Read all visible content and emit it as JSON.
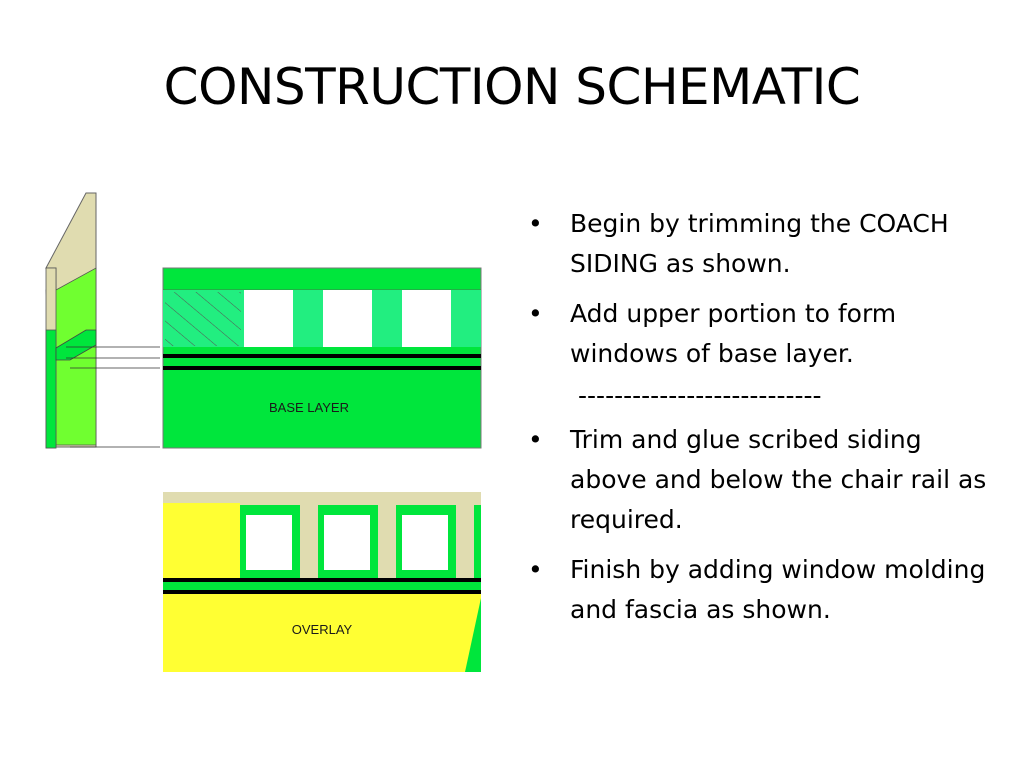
{
  "slide": {
    "title": "CONSTRUCTION SCHEMATIC"
  },
  "diagram": {
    "base_label": "BASE LAYER",
    "overlay_label": "OVERLAY",
    "colors": {
      "bright_green": "#00e63c",
      "mint_green": "#22ee80",
      "lime": "#70ff30",
      "beige": "#e0dcb0",
      "yellow": "#ffff33",
      "black": "#000000"
    }
  },
  "bullets": [
    "Begin by trimming the COACH SIDING as shown.",
    "Add upper portion to form windows of base layer.",
    "---------------------------",
    "Trim and glue scribed siding above and below the chair rail as required.",
    "Finish by adding  window molding and fascia as shown."
  ]
}
